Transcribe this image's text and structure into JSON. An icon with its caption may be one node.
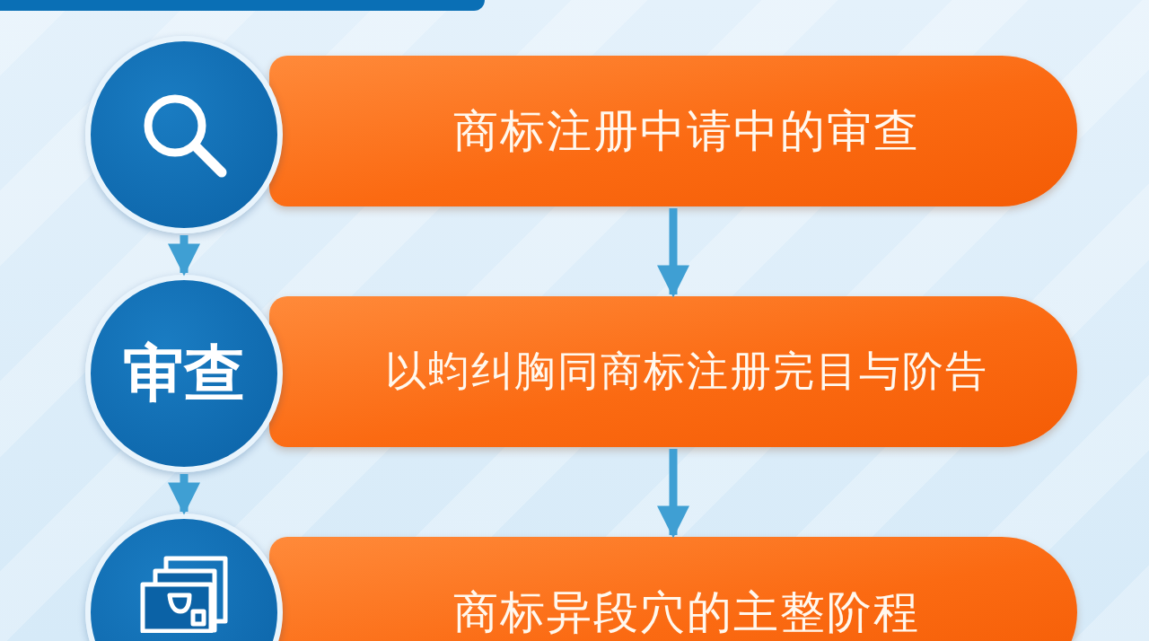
{
  "diagram": {
    "nodes": [
      {
        "text": [],
        "shape": "circle"
      },
      {
        "text": [
          "商标注册中请中的审查"
        ]
      },
      {
        "text": [
          "审查"
        ]
      },
      {
        "text": [
          "以蚐纠胸同商标注册完目与阶告"
        ]
      },
      {
        "text": [],
        "shape": "circle"
      },
      {
        "text": [
          "商标异段穴的主整阶程"
        ]
      }
    ],
    "edges": [
      {
        "from": 0,
        "to": 2,
        "arrow": "to"
      },
      {
        "from": 1,
        "to": 3,
        "arrow": "to"
      },
      {
        "from": 2,
        "to": 4,
        "arrow": "to"
      },
      {
        "from": 3,
        "to": 5,
        "arrow": "to"
      }
    ]
  }
}
